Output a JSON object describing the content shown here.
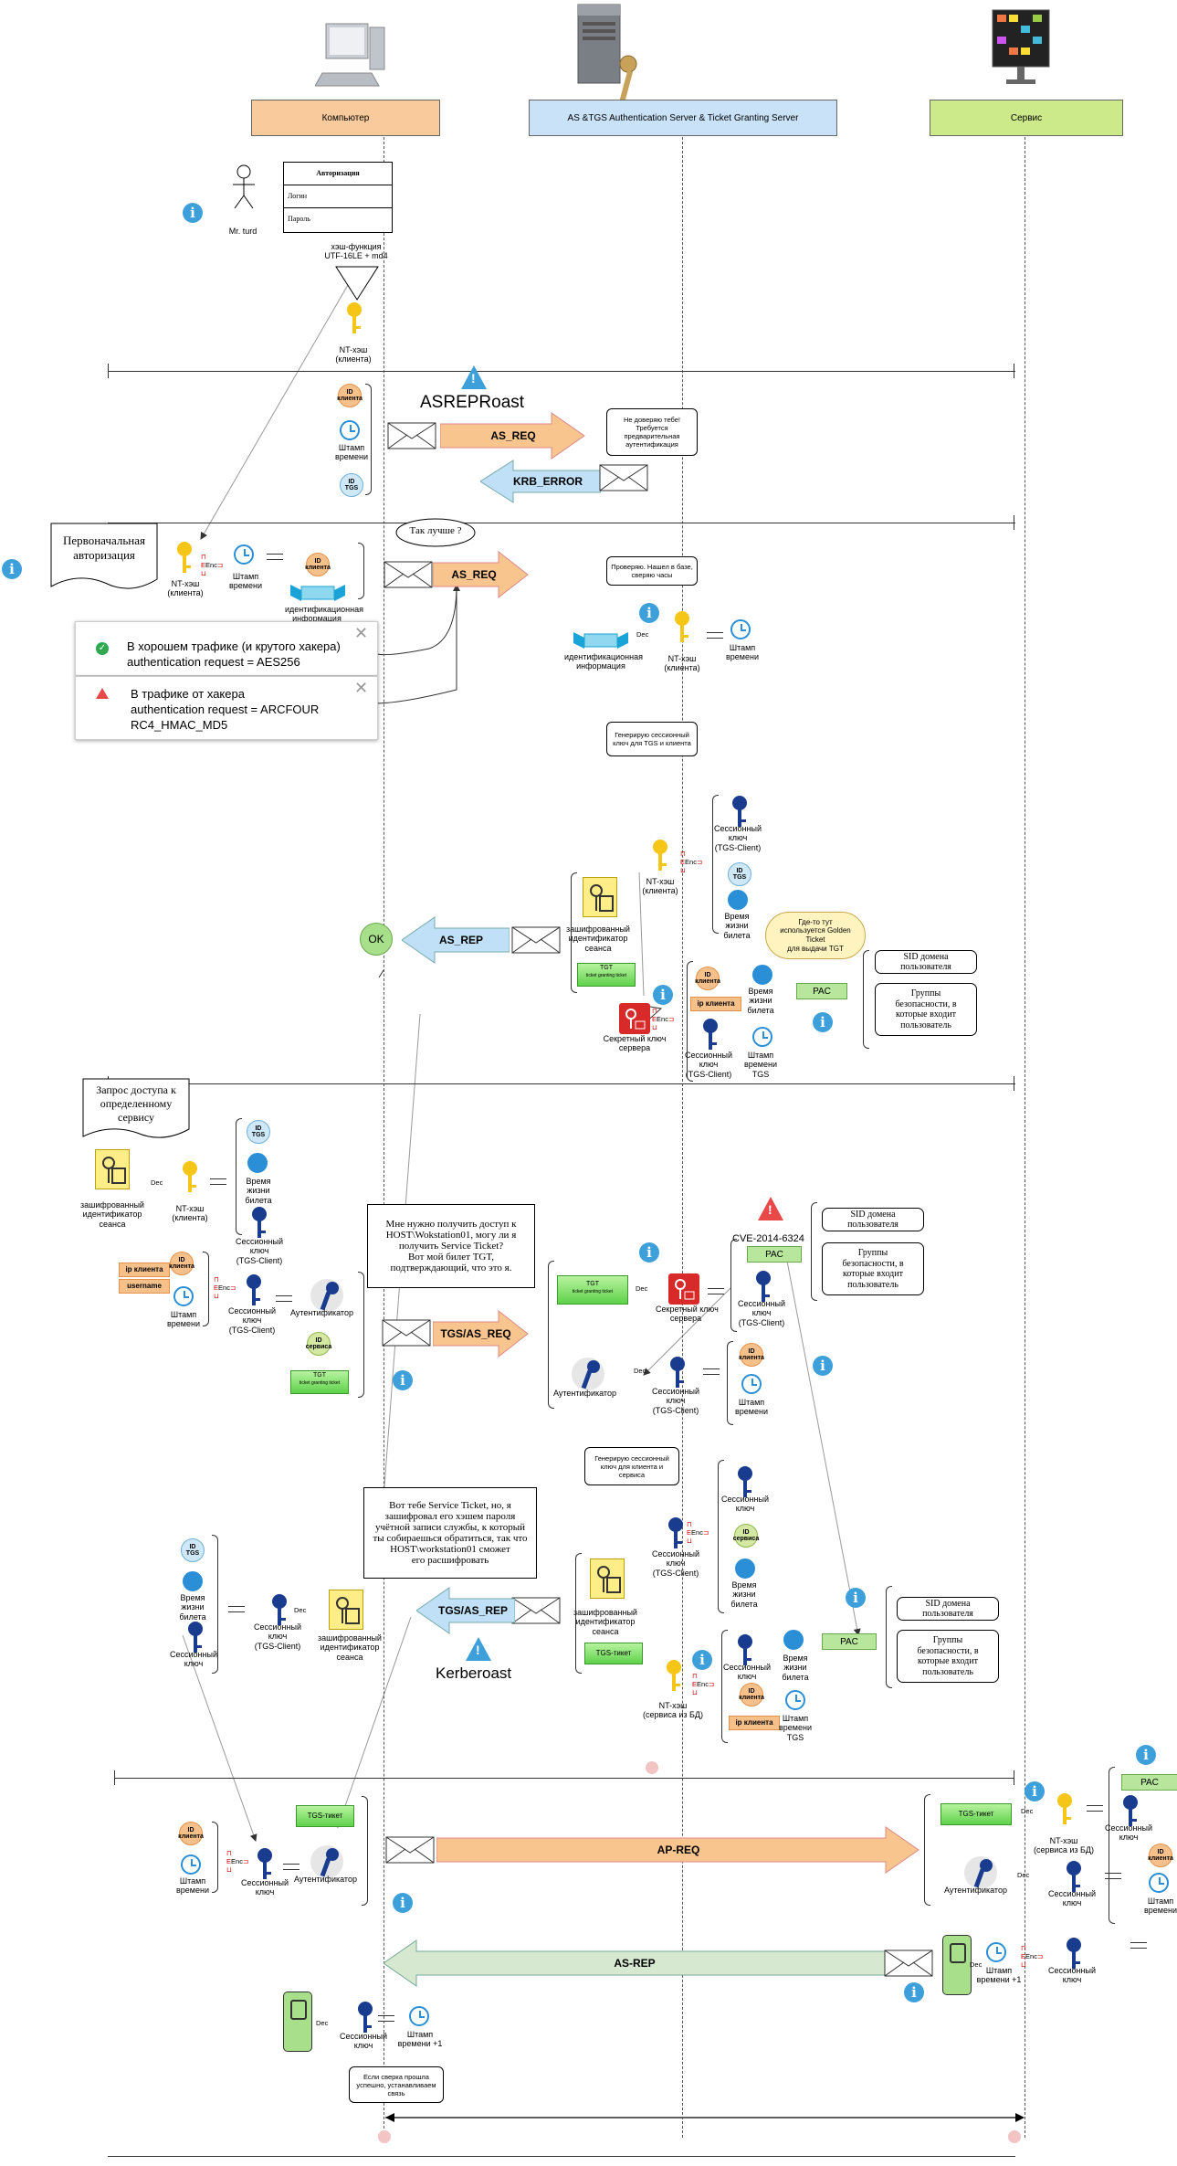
{
  "headers": {
    "computer": "Компьютер",
    "as_tgs": "AS &TGS Authentication Server & Ticket Granting Server",
    "service": "Сервис"
  },
  "auth_form": {
    "title": "Авторизация",
    "login": "Логин",
    "password": "Пароль"
  },
  "user": "Mr. turd",
  "hash_func": "хэш-функция\nUTF-16LE + md4",
  "nt_hash_client": "NT-хэш\n(клиента)",
  "labels": {
    "id_client": "ID\nклиента",
    "id_tgs": "ID\nTGS",
    "id_service": "ID\nсервиса",
    "timestamp": "Штамп\nвремени",
    "timestamp_tgs": "Штамп\nвремени\nTGS",
    "timestamp_plus1": "Штамп\nвремени +1",
    "ticket_lifetime": "Время\nжизни\nбилета",
    "session_key_tgs": "Сессионный\nключ\n(TGS-Client)",
    "session_key": "Сессионный\nключ",
    "session_key_short": "Сессионный\nключ",
    "ident_info": "идентификационная\nинформация",
    "encrypted_session_id": "зашифрованный\nидентификатор\nсеанса",
    "authenticator": "Аутентификатор",
    "server_secret_key": "Секретный ключ\nсервера",
    "ip_client": "ip клиента",
    "username": "username",
    "nt_hash_service_db": "NT-хэш\n(сервиса из БД)",
    "enc": "Enc",
    "dec": "Dec",
    "tgt": "TGT",
    "tgt_sub": "ticket granting ticket",
    "tgs_ticket": "TGS-тикет",
    "pac": "PAC",
    "sid": "SID домена\nпользователя",
    "groups": "Группы\nбезопасности, в\nкоторые входит\nпользователь",
    "ok": "OK"
  },
  "messages": {
    "as_req": "AS_REQ",
    "krb_error": "KRB_ERROR",
    "as_req2": "AS_REQ",
    "as_rep": "AS_REP",
    "tgs_as_req": "TGS/AS_REQ",
    "tgs_as_rep": "TGS/AS_REP",
    "ap_req": "AP-REQ",
    "as_rep2": "AS-REP"
  },
  "attacks": {
    "asreproast": "ASREPRoast",
    "kerberoast": "Kerberoast",
    "cve": "CVE-2014-6324"
  },
  "bubbles": {
    "dont_trust": "Не доверяю тебе!\nТребуется\nпредварительная\nаутентификация",
    "checked": "Проверяю. Нашел в базе,\nсверяю часы",
    "generate_tgs": "Генерирую сессионный\nключ для TGS и клиента",
    "golden": "Где-то тут\nиспользуется Golden\nTicket\nдля выдачи TGT",
    "generate_service": "Генерирую сессионный\nключ для клиента и\nсервиса",
    "final": "Если сверка прошла\nуспешно, устанавливаем\nсвязь",
    "cloud": "Так лучше ?"
  },
  "notes": {
    "initial": "Первоначальная\nавторизация",
    "access": "Запрос доступа к\nопределенному\nсервису",
    "need_access": "Мне нужно получить доступ к\nHOST\\Wokstation01, могу ли я\nполучить Service Ticket?\nВот мой билет TGT,\nподтверждающий, что это я.",
    "service_ticket": "Вот тебе Service Ticket, но, я\nзашифровал его хэшем пароля\nучётной записи службы, к который\nты собираешься обратиться, так что\nHOST\\workstation01 сможет\nего расшифровать"
  },
  "cards": {
    "good": {
      "line1": "В хорошем трафике (и крутого хакера)",
      "line2": "authentication request = AES256"
    },
    "bad": {
      "line1": "В трафике от хакера",
      "line2": "authentication request = ARCFOUR",
      "line3": "RC4_HMAC_MD5"
    }
  },
  "colors": {
    "orange": "#f9cb9c",
    "blue": "#c9e2f8",
    "green": "#ccea8a",
    "msg_orange": "#f9c58f",
    "msg_blue": "#bfe0f7",
    "msg_green": "#d6e8cf"
  }
}
